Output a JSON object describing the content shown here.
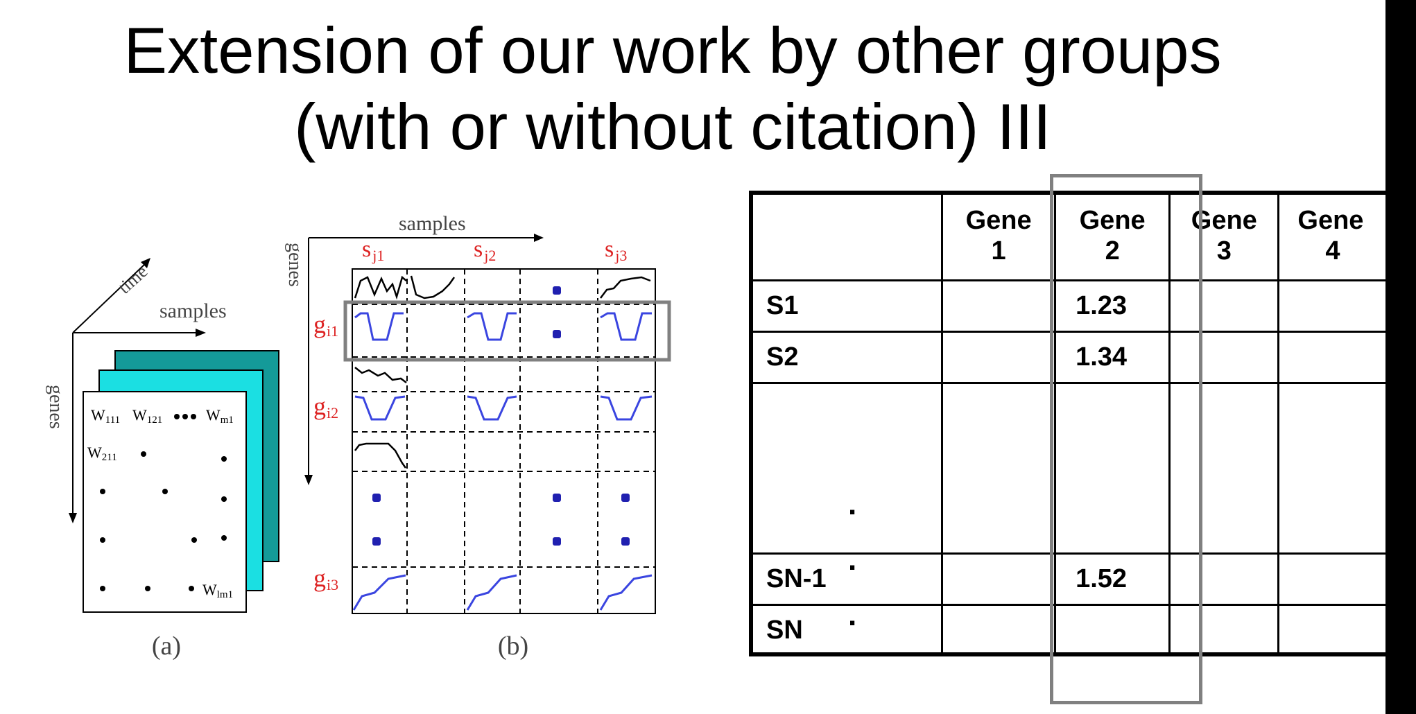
{
  "title": {
    "line1": "Extension of our work by other groups",
    "line2": "(with or without citation) III"
  },
  "figure_a": {
    "axis_time": "time",
    "axis_samples": "samples",
    "axis_genes": "genes",
    "caption": "(a)"
  },
  "figure_b": {
    "axis_samples": "samples",
    "axis_genes": "genes",
    "caption": "(b)",
    "column_labels": [
      "s",
      "s",
      "s"
    ],
    "column_subs": [
      "j1",
      "j2",
      "j3"
    ],
    "row_labels": [
      "g",
      "g",
      "g"
    ],
    "row_subs": [
      "i1",
      "i2",
      "i3"
    ]
  },
  "table": {
    "headers": [
      {
        "line1": "",
        "line2": ""
      },
      {
        "line1": "Gene",
        "line2": "1"
      },
      {
        "line1": "Gene",
        "line2": "2"
      },
      {
        "line1": "Gene",
        "line2": "3"
      },
      {
        "line1": "Gene",
        "line2": "4"
      }
    ],
    "rows": [
      {
        "label": "S1",
        "gene2": "1.23"
      },
      {
        "label": "S2",
        "gene2": "1.34"
      },
      {
        "label": "",
        "gene2": ""
      },
      {
        "label": "SN-1",
        "gene2": "1.52"
      },
      {
        "label": "SN",
        "gene2": ""
      }
    ],
    "ellipsis": [
      ".",
      ".",
      "."
    ]
  },
  "colors": {
    "red_label": "#dd2222",
    "blue_trace": "#3a45e0",
    "teal_dark": "#149a99",
    "teal_light": "#1bdfe2",
    "highlight_gray": "#808080"
  }
}
